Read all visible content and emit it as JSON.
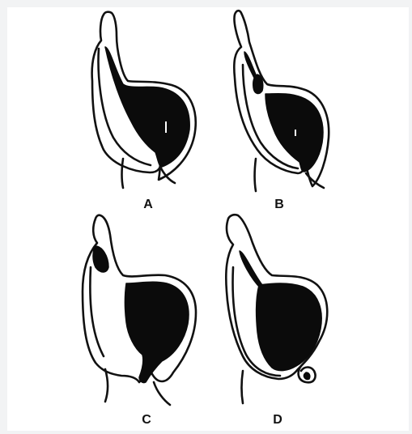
{
  "figures": [
    {
      "id": "A",
      "label": "A"
    },
    {
      "id": "B",
      "label": "B"
    },
    {
      "id": "C",
      "label": "C"
    },
    {
      "id": "D",
      "label": "D"
    }
  ]
}
